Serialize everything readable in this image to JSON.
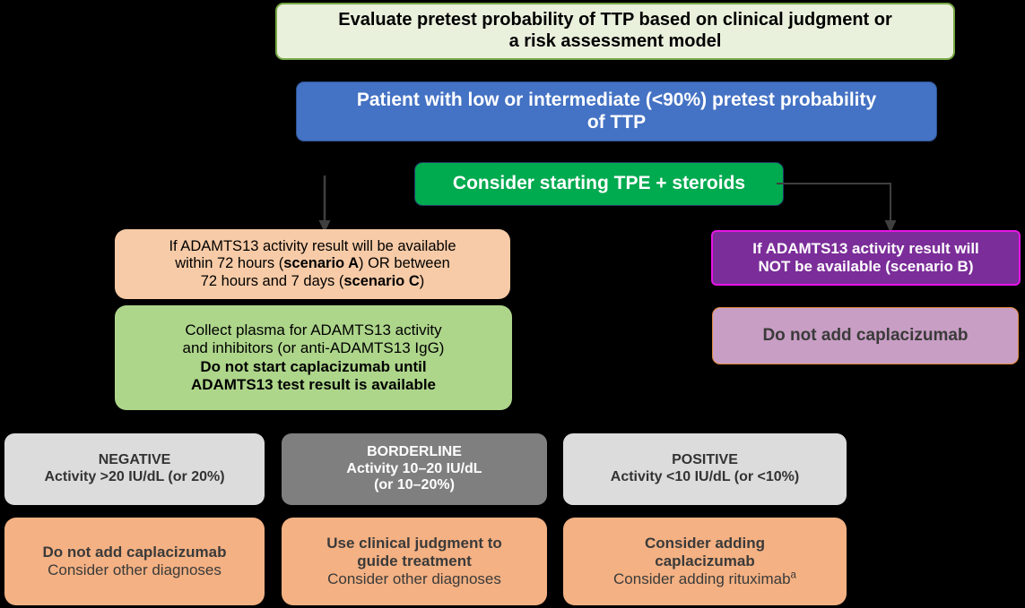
{
  "diagram": {
    "title_node": {
      "id": "evaluate",
      "lines": [
        "Evaluate pretest probability of TTP based on clinical judgment or",
        "a risk assessment model"
      ],
      "fill": "#E9F0DC",
      "border": "#76A744",
      "text_color": "#000000"
    },
    "patient_node": {
      "id": "patient",
      "lines": [
        "Patient with low or intermediate (<90%) pretest probability",
        "of TTP"
      ],
      "fill": "#4472C4",
      "text_color": "#FFFFFF"
    },
    "tpe_node": {
      "id": "tpe",
      "lines": [
        "Consider starting TPE + steroids"
      ],
      "fill": "#00AA4F",
      "text_color": "#FFFFFF"
    },
    "scenario_ac_node": {
      "id": "scenario-ac",
      "lines": [
        {
          "parts": [
            {
              "t": "If ADAMTS13 activity result will be available",
              "bold": false
            }
          ]
        },
        {
          "parts": [
            {
              "t": "within 72 hours (",
              "bold": false
            },
            {
              "t": "scenario A",
              "bold": true
            },
            {
              "t": ") OR between",
              "bold": false
            }
          ]
        },
        {
          "parts": [
            {
              "t": "72 hours and 7 days (",
              "bold": false
            },
            {
              "t": "scenario C",
              "bold": true
            },
            {
              "t": ")",
              "bold": false
            }
          ]
        }
      ],
      "fill": "#F7CBA7",
      "text_color": "#000000"
    },
    "scenario_b_node": {
      "id": "scenario-b",
      "lines": [
        "If ADAMTS13 activity result will",
        "NOT be available (scenario B)"
      ],
      "fill": "#7B2D99",
      "border": "#E516E5",
      "text_color": "#FFFFFF"
    },
    "collect_node": {
      "id": "collect",
      "lines": [
        {
          "text": "Collect plasma for ADAMTS13 activity",
          "bold": false
        },
        {
          "text": "and inhibitors (or anti-ADAMTS13 IgG)",
          "bold": false
        },
        {
          "text": "Do not start caplacizumab until",
          "bold": true
        },
        {
          "text": "ADAMTS13 test result is available",
          "bold": true
        }
      ],
      "fill": "#AED68B",
      "text_color": "#000000"
    },
    "no_caplacizumab_b_node": {
      "id": "no-caplacizumab-b",
      "lines": [
        "Do not add caplacizumab"
      ],
      "fill": "#C89EC4",
      "border": "#E08A3C",
      "text_color": "#3A3A3A"
    },
    "result_nodes": [
      {
        "id": "negative",
        "heading": "NEGATIVE",
        "lines": [
          "Activity >20 IU/dL (or 20%)"
        ],
        "fill": "#DCDCDC",
        "text_color": "#333333"
      },
      {
        "id": "borderline",
        "heading": "BORDERLINE",
        "lines": [
          "Activity 10–20 IU/dL",
          "(or 10–20%)"
        ],
        "fill": "#7F7F7F",
        "text_color": "#FFFFFF"
      },
      {
        "id": "positive",
        "heading": "POSITIVE",
        "lines": [
          "Activity <10 IU/dL (or <10%)"
        ],
        "fill": "#DCDCDC",
        "text_color": "#333333"
      }
    ],
    "action_nodes": [
      {
        "id": "act-negative",
        "bold_lines": [
          "Do not add caplacizumab"
        ],
        "plain_lines": [
          "Consider other diagnoses"
        ],
        "superscript": "",
        "fill": "#F4B183",
        "text_color": "#3A3A3A"
      },
      {
        "id": "act-borderline",
        "bold_lines": [
          "Use clinical judgment to",
          "guide treatment"
        ],
        "plain_lines": [
          "Consider other diagnoses"
        ],
        "superscript": "",
        "fill": "#F4B183",
        "text_color": "#3A3A3A"
      },
      {
        "id": "act-positive",
        "bold_lines": [
          "Consider adding",
          "caplacizumab"
        ],
        "plain_lines": [
          "Consider adding rituximab"
        ],
        "superscript": "a",
        "fill": "#F4B183",
        "text_color": "#3A3A3A"
      }
    ],
    "connectors": [
      {
        "id": "conn-left",
        "kind": "arrow-down",
        "color": "#3F3F3F"
      },
      {
        "id": "conn-right",
        "kind": "elbow-right-down",
        "color": "#3F3F3F"
      }
    ]
  }
}
